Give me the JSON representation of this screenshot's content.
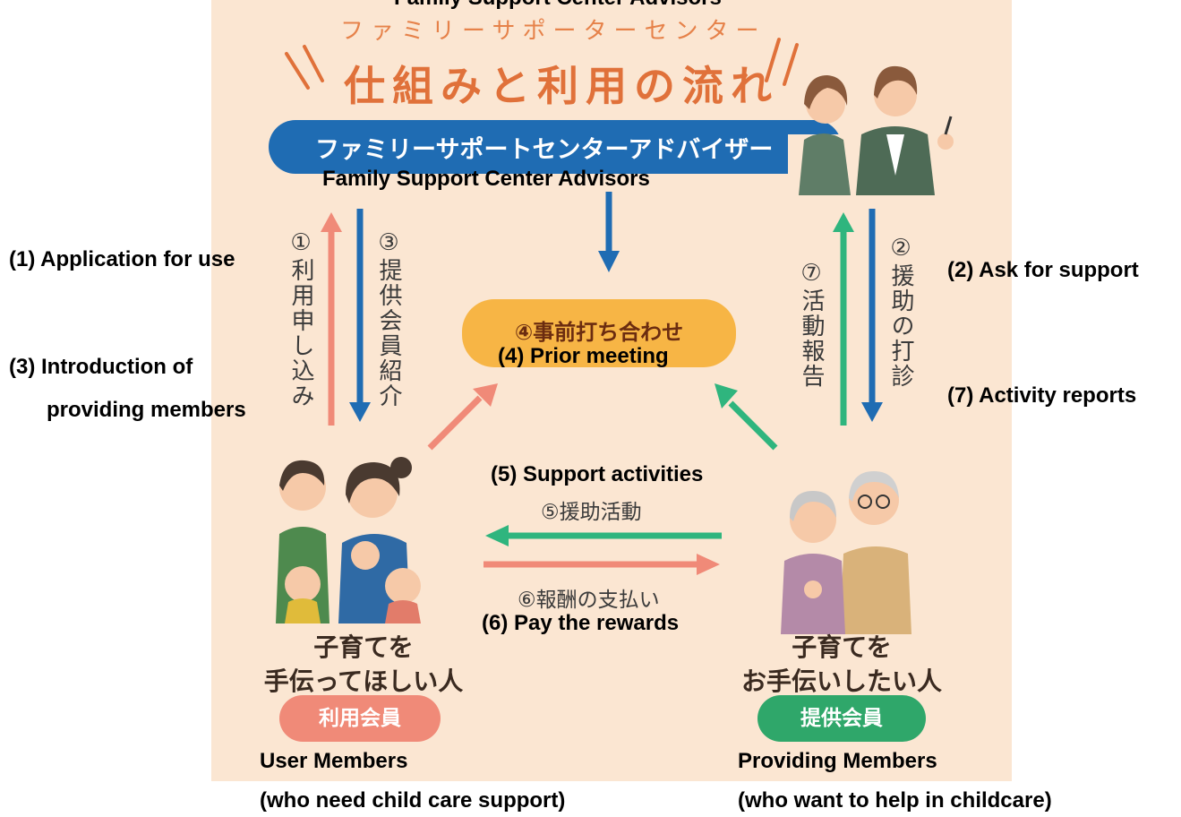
{
  "top_caption": "Family Support Center Advisors",
  "heading": {
    "line1": "ファミリーサポーターセンター",
    "line2": "仕組みと利用の流れ"
  },
  "advisor": {
    "jp": "ファミリーサポートセンターアドバイザー",
    "en": "Family Support Center Advisors"
  },
  "steps": {
    "s1": {
      "jp": "①利用申し込み",
      "en": "(1) Application for use"
    },
    "s2": {
      "jp": "②援助の打診",
      "en": "(2) Ask for support"
    },
    "s3": {
      "jp": "③提供会員紹介",
      "en_line1": "(3) Introduction of",
      "en_line2": "providing members"
    },
    "s4": {
      "jp": "④事前打ち合わせ",
      "en": "(4) Prior meeting"
    },
    "s5": {
      "jp": "⑤援助活動",
      "en": "(5) Support activities"
    },
    "s6": {
      "jp": "⑥報酬の支払い",
      "en": "(6) Pay the rewards"
    },
    "s7": {
      "jp": "⑦活動報告",
      "en": "(7) Activity reports"
    }
  },
  "user_members": {
    "jp_line1": "子育てを",
    "jp_line2": "手伝ってほしい人",
    "badge": "利用会員",
    "en_line1": "User Members",
    "en_line2": "(who need child care support)"
  },
  "providing_members": {
    "jp_line1": "子育てを",
    "jp_line2": "お手伝いしたい人",
    "badge": "提供会員",
    "en_line1": "Providing Members",
    "en_line2": "(who want to help in childcare)"
  },
  "colors": {
    "panel": "#fbe6d2",
    "blue": "#1f6cb3",
    "orange_pill": "#f7b545",
    "pink_arrow": "#f08a78",
    "green_arrow": "#2fb57e",
    "user_badge": "#f08a78",
    "provider_badge": "#2fa76a"
  },
  "icons": [
    "advisors-illustration",
    "family-illustration",
    "elderly-couple-illustration"
  ]
}
